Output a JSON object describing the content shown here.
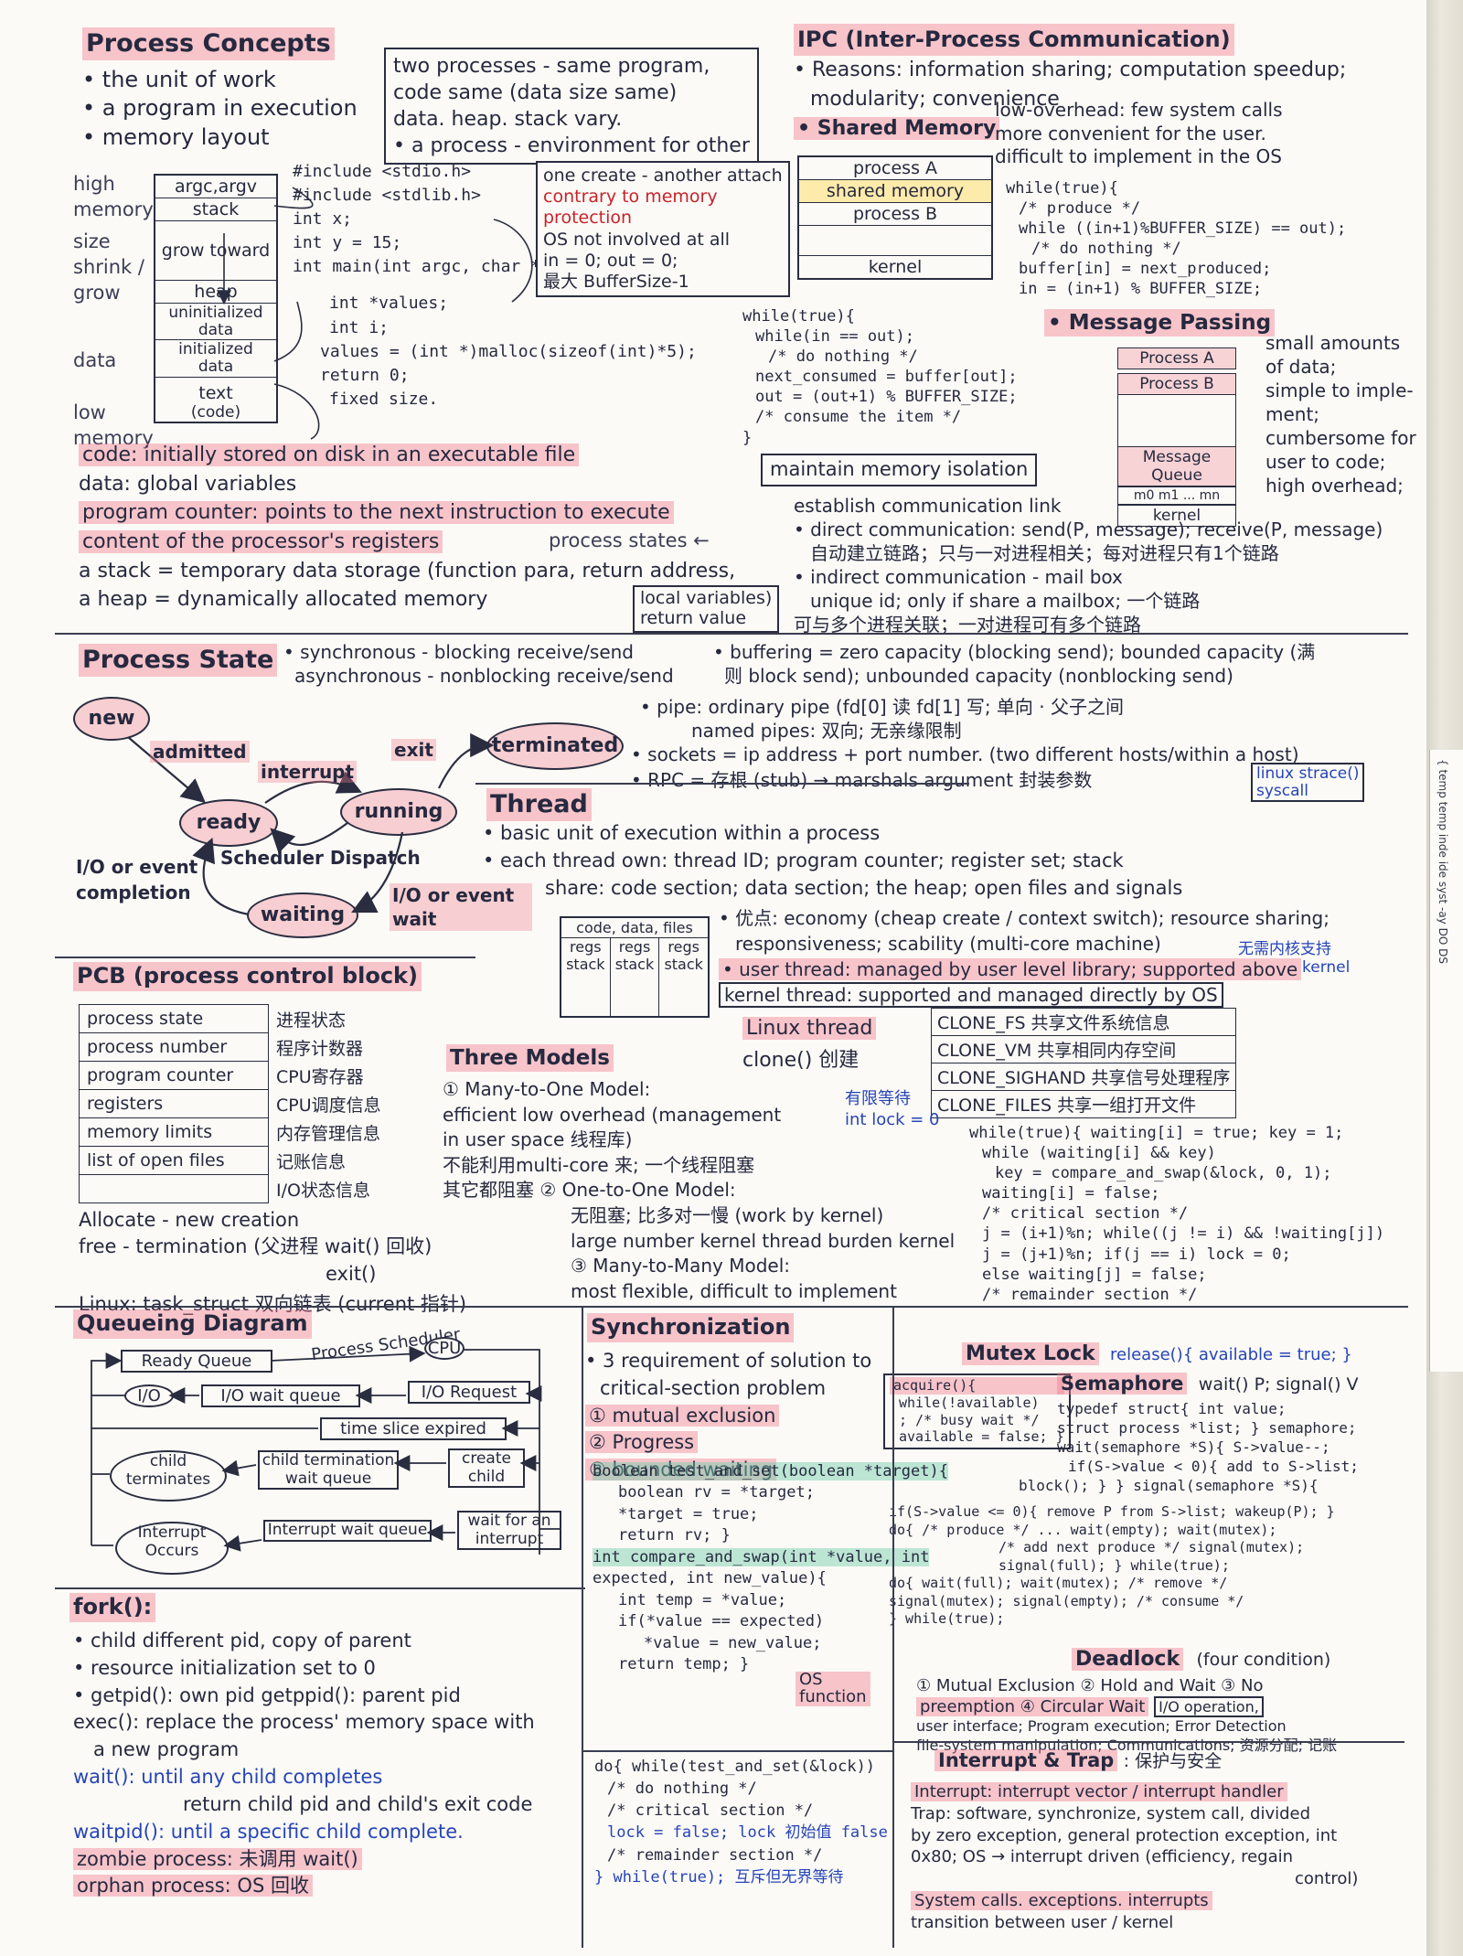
{
  "process_concepts": {
    "title": "Process Concepts",
    "bullets": [
      "• the unit of work",
      "• a program in execution",
      "• memory layout"
    ],
    "note_box": [
      "two processes - same program,",
      "code same (data size same)",
      "data. heap. stack vary.",
      "• a process - environment for other"
    ],
    "side_labels": [
      "high memory",
      "size shrink / grow",
      "data",
      "low memory"
    ],
    "memory_layout": [
      "argc,argv",
      "stack",
      "grow toward",
      "heap",
      "uninitialized data",
      "initialized data",
      "text",
      "(code)"
    ],
    "code": [
      "#include <stdio.h>",
      "#include <stdlib.h>",
      "int x;",
      "int y = 15;",
      "int main(int argc, char *argv[])",
      "int *values;",
      "int i;",
      "values = (int *)malloc(sizeof(int)*5);",
      "return 0;",
      "fixed size."
    ],
    "definitions": [
      "code: initially stored on disk in an executable file",
      "data: global variables",
      "program counter: points to the next instruction to execute",
      "content of the processor's registers",
      "a stack = temporary data storage (function para, return address,",
      "local variables)",
      "a heap = dynamically allocated memory",
      "return value",
      "process states ←"
    ]
  },
  "ipc": {
    "title": "IPC (Inter-Process Communication)",
    "reasons": [
      "• Reasons: information sharing; computation speedup;",
      "modularity; convenience"
    ],
    "shared_memory_label": "• Shared Memory",
    "shared_memory_notes": [
      "low-overhead: few system calls",
      "more convenient for the user.",
      "difficult to implement in the OS"
    ],
    "red_box": [
      "one create - another attach",
      "contrary to memory",
      "protection",
      "OS not involved at all",
      "in = 0; out = 0;",
      "最大 BufferSize-1"
    ],
    "layout_boxes": [
      "process A",
      "shared memory",
      "process B",
      "",
      "kernel"
    ],
    "producer_code": [
      "while(true){",
      "/* produce */",
      "while ((in+1)%BUFFER_SIZE) == out);",
      "/* do nothing */",
      "buffer[in] = next_produced;",
      "in = (in+1) % BUFFER_SIZE;"
    ],
    "consumer_code": [
      "while(true){",
      "while(in == out);",
      "/* do nothing */",
      "next_consumed = buffer[out];",
      "out = (out+1) % BUFFER_SIZE;",
      "/* consume the item */",
      "}"
    ],
    "message_passing": {
      "title": "• Message Passing",
      "boxes": [
        "Process A",
        "Process B",
        "",
        "Message Queue",
        "m0 m1 ... mn",
        "kernel"
      ],
      "notes": [
        "small amounts",
        "of data;",
        "simple to imple-",
        "ment;",
        "cumbersome for",
        "user to code;",
        "high overhead;"
      ],
      "lines": [
        "maintain memory isolation",
        "establish communication link",
        "• direct communication: send(P, message); receive(P, message)",
        "自动建立链路；只与一对进程相关；每对进程只有1个链路",
        "• indirect communication - mail box",
        "unique id; only if share a mailbox; 一个链路",
        "可与多个进程关联；一对进程可有多个链路"
      ]
    },
    "sync_lines": [
      "• synchronous - blocking receive/send",
      "asynchronous - nonblocking receive/send"
    ],
    "buffering": [
      "• buffering = zero capacity (blocking send); bounded capacity (满",
      "则 block send); unbounded capacity (nonblocking send)"
    ],
    "pipe": [
      "• pipe: ordinary pipe (fd[0] 读 fd[1] 写; 单向 · 父子之间",
      "named pipes: 双向; 无亲缘限制"
    ],
    "sockets": "• sockets = ip address + port number. (two different hosts/within a host)",
    "rpc": "• RPC = 存根 (stub) → marshals argument 封装参数",
    "strace": [
      "linux strace()",
      "syscall"
    ]
  },
  "process_state": {
    "title": "Process State",
    "nodes": [
      "new",
      "ready",
      "running",
      "waiting",
      "terminated"
    ],
    "edges": [
      "admitted",
      "interrupt",
      "exit",
      "Scheduler Dispatch",
      "I/O or event completion",
      "I/O or event wait"
    ]
  },
  "thread": {
    "title": "Thread",
    "lines": [
      "• basic unit of execution within a process",
      "• each thread own: thread ID; program counter; register set; stack",
      "share: code section; data section; the heap; open files and signals",
      "• 优点: economy (cheap create / context switch); resource sharing;",
      "responsiveness; scability (multi-core machine)",
      "• user thread: managed by user level library; supported above",
      "kernel thread: supported and managed directly by OS"
    ],
    "right_note": [
      "无需内核支持",
      "kernel"
    ],
    "table_header": "code, data, files",
    "table_cols": [
      "regs",
      "regs",
      "regs"
    ],
    "table_stack": [
      "stack",
      "stack",
      "stack"
    ],
    "linux_thread": "Linux thread",
    "clone": "clone() 创建",
    "clone_flags": [
      "CLONE_FS  共享文件系统信息",
      "CLONE_VM  共享相同内存空间",
      "CLONE_SIGHAND 共享信号处理程序",
      "CLONE_FILES 共享一组打开文件"
    ]
  },
  "pcb": {
    "title": "PCB (process control block)",
    "rows": [
      [
        "process state",
        "进程状态"
      ],
      [
        "process number",
        "程序计数器"
      ],
      [
        "program counter",
        "CPU寄存器"
      ],
      [
        "registers",
        "CPU调度信息"
      ],
      [
        "memory limits",
        "内存管理信息"
      ],
      [
        "list of open files",
        "记账信息"
      ],
      [
        "",
        "I/O状态信息"
      ]
    ],
    "notes": [
      "Allocate - new creation",
      "free - termination (父进程 wait() 回收)",
      "exit()",
      "Linux: task_struct 双向链表 (current 指针)"
    ]
  },
  "three_models": {
    "title": "Three Models",
    "lines": [
      "① Many-to-One Model:",
      "efficient low overhead (management",
      "in user space 线程库)",
      "不能利用multi-core 来; 一个线程阻塞",
      "其它都阻塞 ② One-to-One Model:",
      "无阻塞; 比多对一慢 (work by kernel)",
      "large number kernel thread burden kernel",
      "③ Many-to-Many Model:",
      "most flexible, difficult to implement"
    ],
    "note": [
      "有限等待",
      "int lock = 0"
    ]
  },
  "queueing": {
    "title": "Queueing Diagram",
    "labels": [
      "Ready Queue",
      "Process Scheduler",
      "CPU",
      "I/O",
      "I/O wait queue",
      "I/O Request",
      "time slice expired",
      "child terminates",
      "child termination wait queue",
      "create child",
      "Interrupt Occurs",
      "Interrupt wait queue",
      "wait for an interrupt"
    ]
  },
  "fork": {
    "title": "fork():",
    "lines": [
      "• child different pid, copy of parent",
      "• resource initialization set to 0",
      "• getpid(): own pid   getppid(): parent pid",
      "exec(): replace the process' memory space with",
      "a new program",
      "wait(): until any child completes",
      "return child pid and child's exit code",
      "waitpid(): until a specific child complete.",
      "zombie process: 未调用 wait()",
      "orphan process: OS 回收"
    ]
  },
  "synchronization": {
    "title": "Synchronization",
    "lines": [
      "• 3 requirement of solution to",
      "critical-section problem",
      "① mutual exclusion",
      "② Progress",
      "③ bounded waiting"
    ],
    "code": [
      "boolean test_and_set(boolean *target){",
      "boolean rv = *target;",
      "*target = true;",
      "return rv; }",
      "int compare_and_swap(int *value, int",
      "expected, int new_value){",
      "int temp = *value;",
      "if(*value == expected)",
      "*value = new_value;",
      "return temp; }",
      "do{ while(test_and_set(&lock))",
      "/* do nothing */",
      "/* critical section */",
      "lock = false; lock 初始值 false",
      "/* remainder section */",
      "} while(true); 互斥但无界等待"
    ],
    "os_function": [
      "OS",
      "function"
    ],
    "bounded_code": [
      "while(true){ waiting[i] = true; key = 1;",
      "while (waiting[i] && key)",
      "key = compare_and_swap(&lock, 0, 1);",
      "waiting[i] = false;",
      "/* critical section */",
      "j = (i+1)%n; while((j != i) && !waiting[j])",
      "j = (j+1)%n;  if(j == i) lock = 0;",
      "else waiting[j] = false;",
      "/* remainder section */"
    ]
  },
  "mutex": {
    "title": "Mutex Lock",
    "release": "release(){ available = true; }",
    "acquire": [
      "acquire(){",
      "while(!available)",
      "; /* busy wait */",
      "available = false; }"
    ]
  },
  "semaphore": {
    "title": "Semaphore",
    "lines": [
      "wait() P; signal() V",
      "typedef struct{ int value;",
      "struct process *list; } semaphore;",
      "wait(semaphore *S){ S->value--;",
      "if(S->value < 0){ add to S->list;",
      "block(); } } signal(semaphore *S){",
      "if(S->value <= 0){ remove P from S->list; wakeup(P); }",
      "do{ /* produce */ ... wait(empty); wait(mutex);",
      "/* add next produce */ signal(mutex);",
      "signal(full); } while(true);",
      "do{ wait(full); wait(mutex); /* remove */",
      "signal(mutex); signal(empty); /* consume */",
      "} while(true);"
    ]
  },
  "deadlock": {
    "title": "Deadlock",
    "lines": [
      "(four condition)",
      "① Mutual Exclusion ② Hold and Wait ③ No",
      "preemption ④ Circular Wait",
      "I/O operation,",
      "user interface; Program execution; Error Detection",
      "file-system manipulation; Communications; 资源分配; 记账"
    ]
  },
  "interrupt": {
    "title": "Interrupt & Trap",
    "suffix": ": 保护与安全",
    "lines": [
      "Interrupt: interrupt vector / interrupt handler",
      "Trap: software, synchronize, system call, divided",
      "by zero exception, general protection exception, int",
      "0x80; OS → interrupt driven (efficiency, regain",
      "control)",
      "System calls. exceptions. interrupts",
      "transition between user / kernel"
    ]
  },
  "edge_strip": [
    "{ temp",
    "temp",
    "inde",
    "ide",
    "syst",
    "-ay",
    "DO",
    "DS"
  ]
}
